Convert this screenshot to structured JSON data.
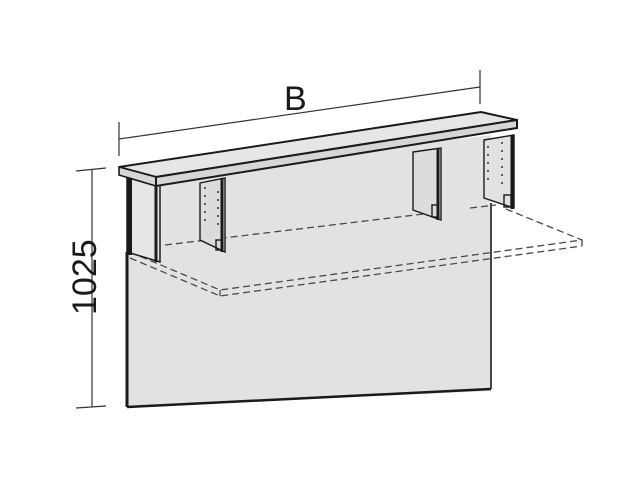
{
  "diagram": {
    "type": "technical-drawing",
    "subject": "desk privacy panel with shelf attachment",
    "dimensions": {
      "width_label": "B",
      "height_label": "1025"
    },
    "colors": {
      "background": "#ffffff",
      "panel_fill": "#e2e2e2",
      "shelf_top_fill": "#e6e6e6",
      "outline": "#1a1a1a",
      "dimension_line": "#333333",
      "dashed_line": "#4a4a4a"
    }
  }
}
